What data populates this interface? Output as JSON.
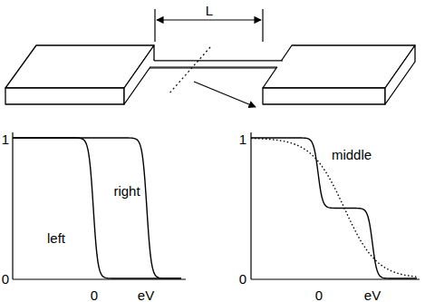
{
  "diagram": {
    "labels": [
      "L",
      "1",
      "0",
      "right",
      "left",
      "0",
      "eV",
      "1",
      "middle",
      "0",
      "0",
      "eV"
    ]
  }
}
